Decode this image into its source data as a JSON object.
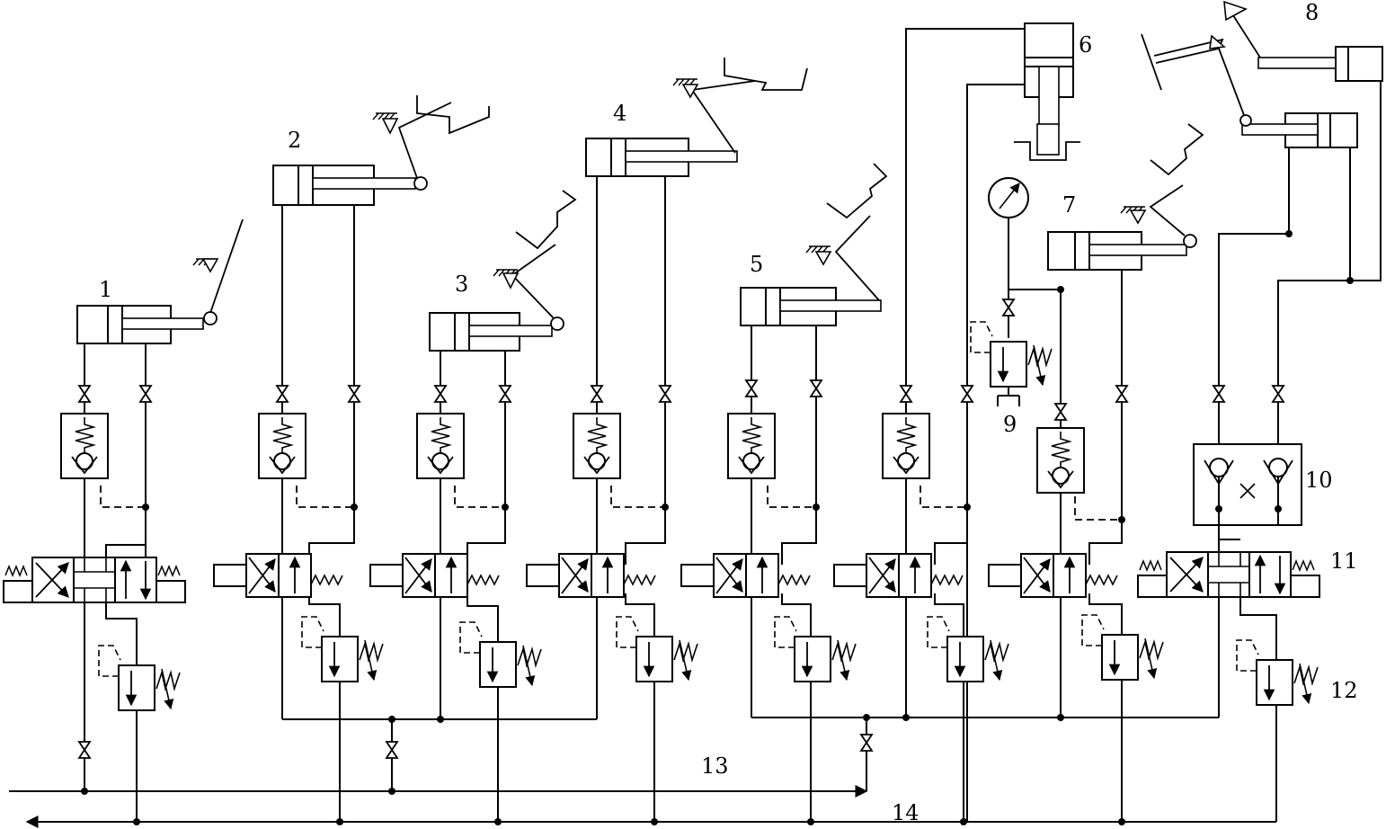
{
  "labels": {
    "c1": "1",
    "c2": "2",
    "c3": "3",
    "c4": "4",
    "c5": "5",
    "c6": "6",
    "c7": "7",
    "c8": "8",
    "c9": "9",
    "c10": "10",
    "c11": "11",
    "c12": "12",
    "c13": "13",
    "c14": "14"
  },
  "colors": {
    "line": "#000000",
    "background": "#ffffff"
  }
}
